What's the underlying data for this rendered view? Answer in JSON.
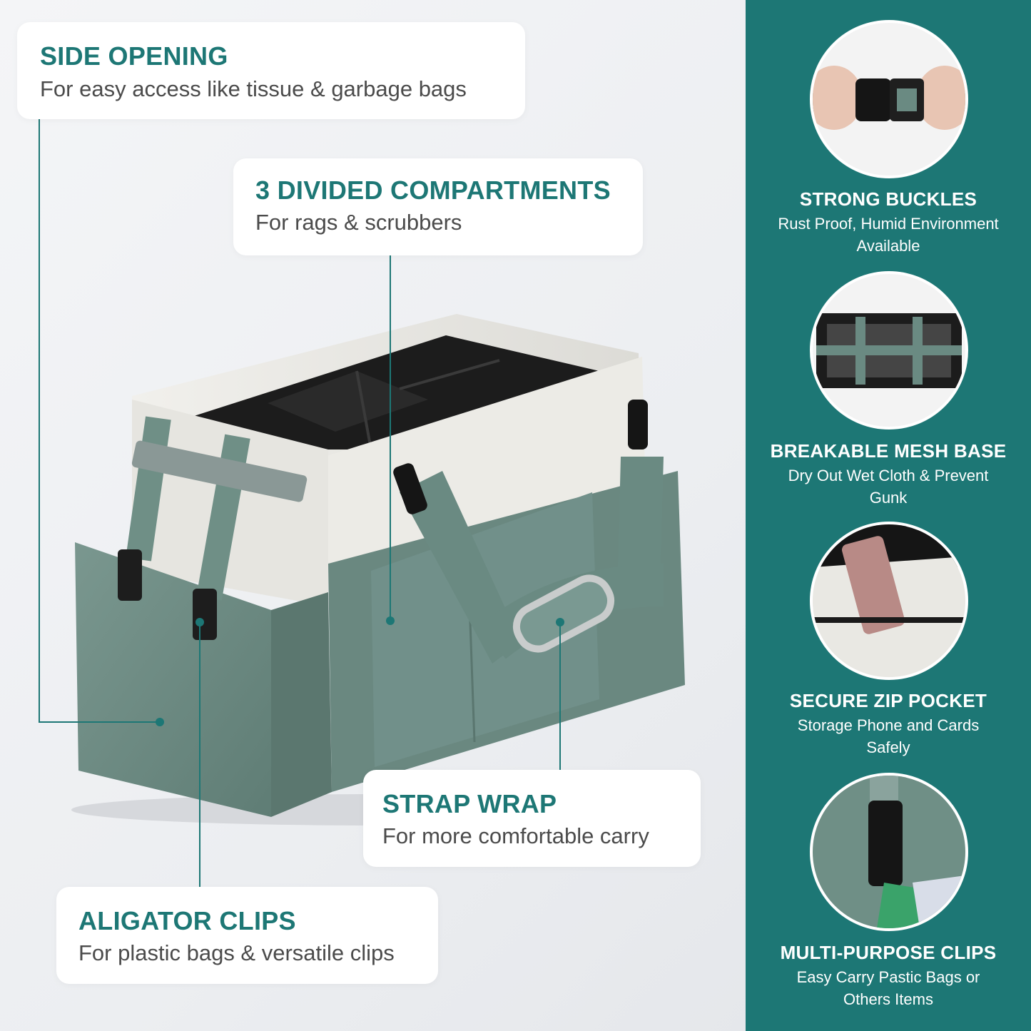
{
  "callouts": {
    "side_opening": {
      "title": "SIDE OPENING",
      "subtitle": "For easy access like tissue & garbage bags"
    },
    "compartments": {
      "title": "3 DIVIDED COMPARTMENTS",
      "subtitle": "For rags & scrubbers"
    },
    "strap_wrap": {
      "title": "STRAP WRAP",
      "subtitle": "For more comfortable carry"
    },
    "aligator_clips": {
      "title": "ALIGATOR CLIPS",
      "subtitle": "For plastic bags & versatile clips"
    }
  },
  "features": [
    {
      "title": "STRONG BUCKLES",
      "line1": "Rust Proof, Humid Environment",
      "line2": "Available",
      "icon": "buckle-icon"
    },
    {
      "title": "BREAKABLE MESH BASE",
      "line1": "Dry Out Wet Cloth & Prevent",
      "line2": "Gunk",
      "icon": "mesh-base-icon"
    },
    {
      "title": "SECURE ZIP POCKET",
      "line1": "Storage Phone and Cards",
      "line2": "Safely",
      "icon": "zip-pocket-icon"
    },
    {
      "title": "MULTI-PURPOSE CLIPS",
      "line1": "Easy Carry Pastic Bags or",
      "line2": "Others Items",
      "icon": "clip-icon"
    }
  ],
  "colors": {
    "brand_teal": "#1d7775",
    "bag_green": "#6f8f86",
    "bag_cream": "#e9e8e3",
    "interior_black": "#1c1c1c"
  }
}
